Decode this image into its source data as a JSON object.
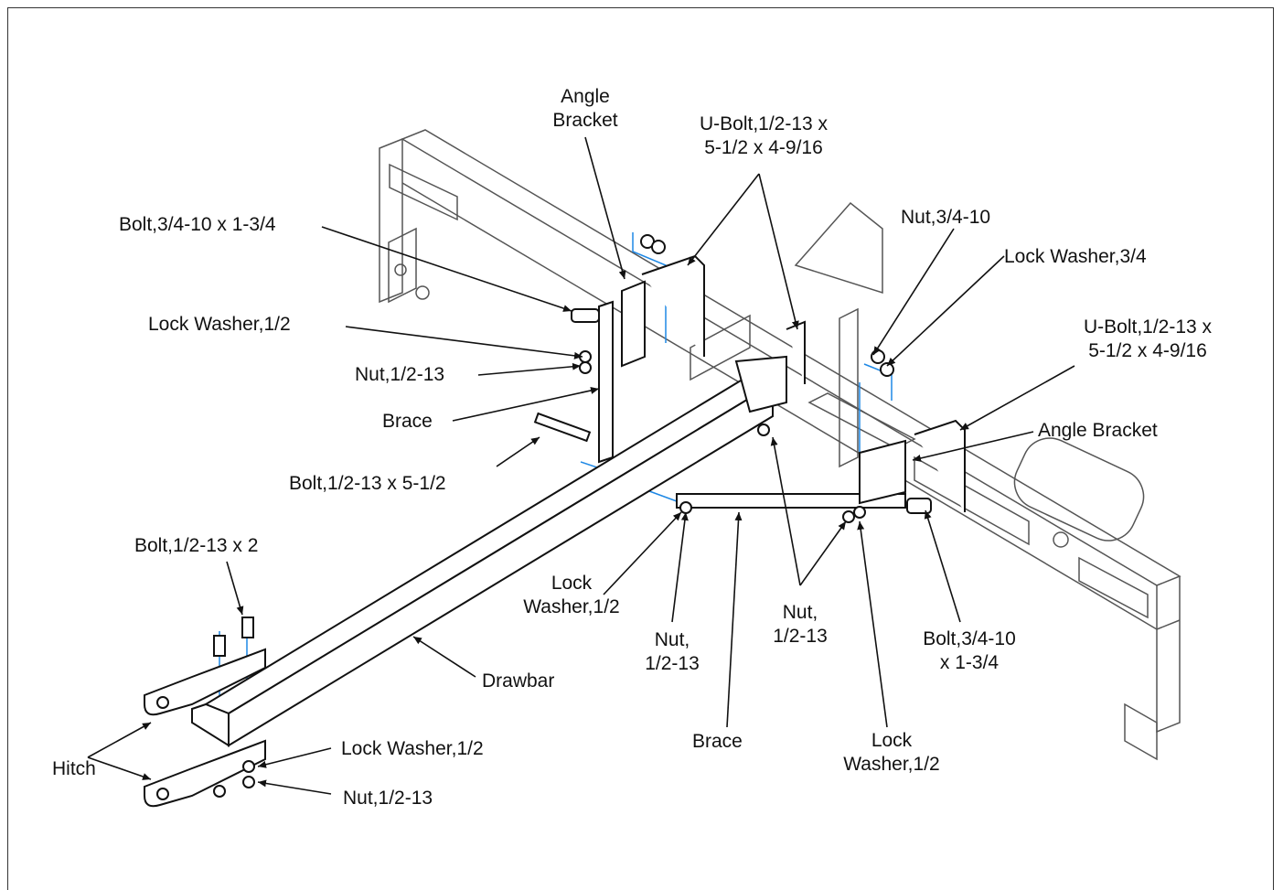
{
  "labels": {
    "angle_bracket_top": "Angle\nBracket",
    "ubolt_top": "U-Bolt,1/2-13 x\n5-1/2 x 4-9/16",
    "bolt_34_top": "Bolt,3/4-10 x 1-3/4",
    "nut_34": "Nut,3/4-10",
    "lock_washer_34": "Lock Washer,3/4",
    "lock_washer_12_top": "Lock Washer,1/2",
    "ubolt_right": "U-Bolt,1/2-13 x\n5-1/2 x 4-9/16",
    "nut_12_top": "Nut,1/2-13",
    "brace_top": "Brace",
    "angle_bracket_right": "Angle Bracket",
    "bolt_12_5": "Bolt,1/2-13 x 5-1/2",
    "bolt_12_2": "Bolt,1/2-13 x 2",
    "lock_washer_12_mid": "Lock\nWasher,1/2",
    "nut_12_mid": "Nut,\n1/2-13",
    "nut_12_center": "Nut,\n1/2-13",
    "bolt_34_right": "Bolt,3/4-10\nx 1-3/4",
    "drawbar": "Drawbar",
    "brace_bottom": "Brace",
    "lock_washer_12_bottom": "Lock\nWasher,1/2",
    "hitch": "Hitch",
    "lock_washer_12_hitch": "Lock Washer,1/2",
    "nut_12_hitch": "Nut,1/2-13"
  },
  "colors": {
    "line": "#111111",
    "leader_blue": "#1e88e5",
    "frame_gray": "#555555"
  }
}
